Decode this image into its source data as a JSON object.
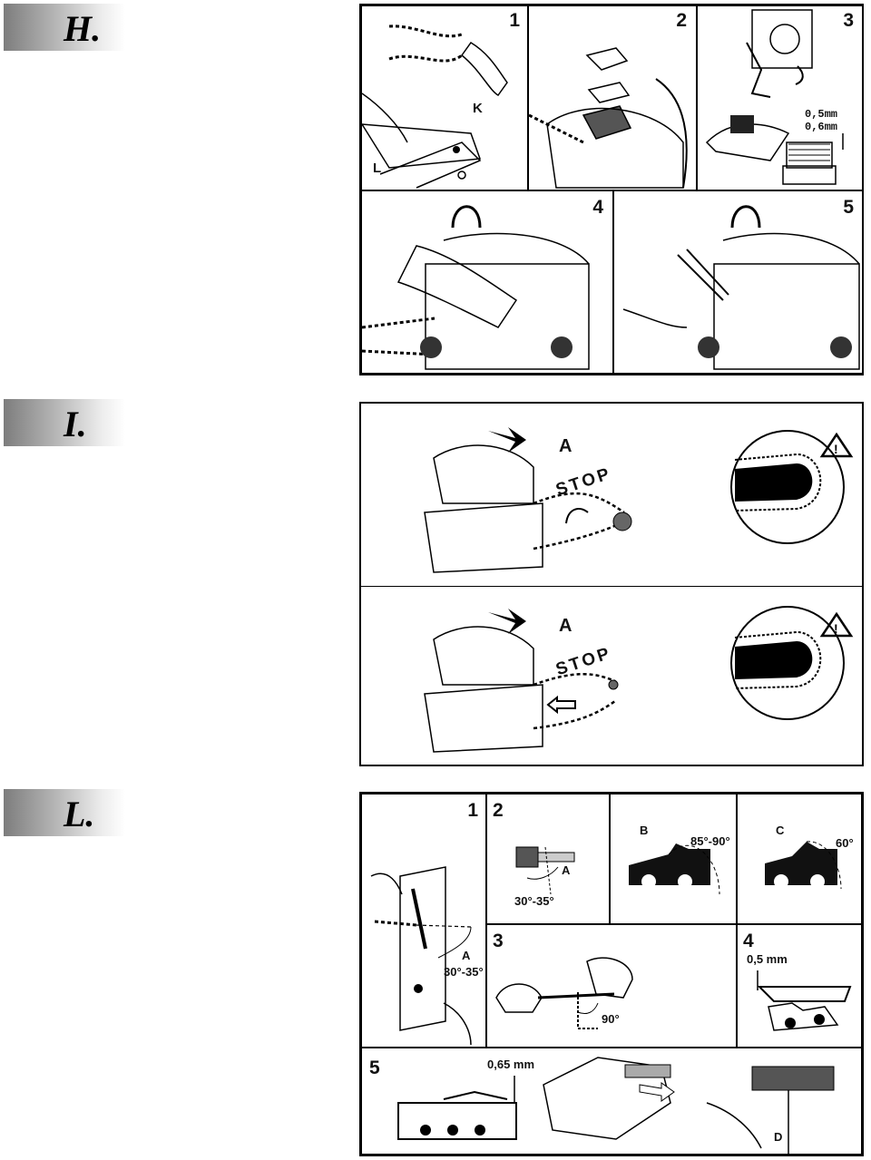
{
  "sections": {
    "h": {
      "letter": "H.",
      "steps": [
        "1",
        "2",
        "3",
        "4",
        "5"
      ],
      "labels": {
        "k": "K",
        "l": "L"
      },
      "gap_top": "0,5mm",
      "gap_bottom": "0,6mm"
    },
    "i": {
      "letter": "I.",
      "panel1": {
        "label_a": "A",
        "stop": "STOP"
      },
      "panel2": {
        "label_a": "A",
        "stop": "STOP"
      },
      "warning_icon": "warning-triangle-icon"
    },
    "l": {
      "letter": "L.",
      "steps": [
        "1",
        "2",
        "3",
        "4",
        "5"
      ],
      "labels": {
        "a1": "A",
        "angle1": "30°-35°",
        "a2": "A",
        "angle2": "30°-35°",
        "b": "B",
        "angle_b": "85°-90°",
        "c": "C",
        "angle_c": "60°",
        "angle3": "90°",
        "gap4": "0,5 mm",
        "gap5": "0,65 mm",
        "d": "D"
      }
    }
  }
}
